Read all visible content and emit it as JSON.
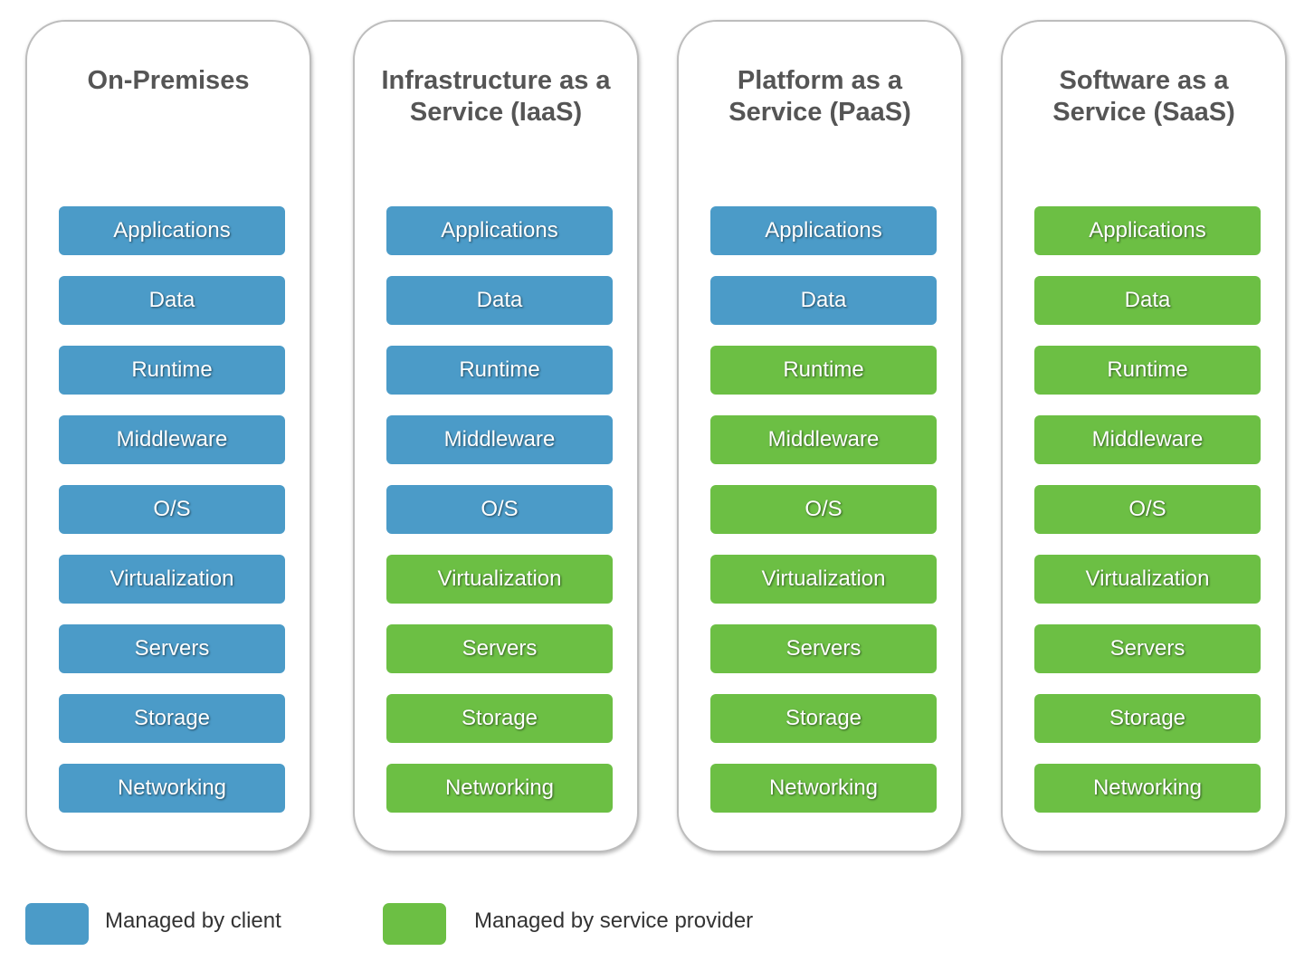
{
  "colors": {
    "client": "#4b9bc8",
    "provider": "#6cbf44"
  },
  "columns": [
    {
      "title": "On-Premises",
      "layers": [
        {
          "label": "Applications",
          "managed_by": "client"
        },
        {
          "label": "Data",
          "managed_by": "client"
        },
        {
          "label": "Runtime",
          "managed_by": "client"
        },
        {
          "label": "Middleware",
          "managed_by": "client"
        },
        {
          "label": "O/S",
          "managed_by": "client"
        },
        {
          "label": "Virtualization",
          "managed_by": "client"
        },
        {
          "label": "Servers",
          "managed_by": "client"
        },
        {
          "label": "Storage",
          "managed_by": "client"
        },
        {
          "label": "Networking",
          "managed_by": "client"
        }
      ]
    },
    {
      "title": "Infrastructure as a\nService (IaaS)",
      "layers": [
        {
          "label": "Applications",
          "managed_by": "client"
        },
        {
          "label": "Data",
          "managed_by": "client"
        },
        {
          "label": "Runtime",
          "managed_by": "client"
        },
        {
          "label": "Middleware",
          "managed_by": "client"
        },
        {
          "label": "O/S",
          "managed_by": "client"
        },
        {
          "label": "Virtualization",
          "managed_by": "provider"
        },
        {
          "label": "Servers",
          "managed_by": "provider"
        },
        {
          "label": "Storage",
          "managed_by": "provider"
        },
        {
          "label": "Networking",
          "managed_by": "provider"
        }
      ]
    },
    {
      "title": "Platform as a\nService (PaaS)",
      "layers": [
        {
          "label": "Applications",
          "managed_by": "client"
        },
        {
          "label": "Data",
          "managed_by": "client"
        },
        {
          "label": "Runtime",
          "managed_by": "provider"
        },
        {
          "label": "Middleware",
          "managed_by": "provider"
        },
        {
          "label": "O/S",
          "managed_by": "provider"
        },
        {
          "label": "Virtualization",
          "managed_by": "provider"
        },
        {
          "label": "Servers",
          "managed_by": "provider"
        },
        {
          "label": "Storage",
          "managed_by": "provider"
        },
        {
          "label": "Networking",
          "managed_by": "provider"
        }
      ]
    },
    {
      "title": "Software as a\nService (SaaS)",
      "layers": [
        {
          "label": "Applications",
          "managed_by": "provider"
        },
        {
          "label": "Data",
          "managed_by": "provider"
        },
        {
          "label": "Runtime",
          "managed_by": "provider"
        },
        {
          "label": "Middleware",
          "managed_by": "provider"
        },
        {
          "label": "O/S",
          "managed_by": "provider"
        },
        {
          "label": "Virtualization",
          "managed_by": "provider"
        },
        {
          "label": "Servers",
          "managed_by": "provider"
        },
        {
          "label": "Storage",
          "managed_by": "provider"
        },
        {
          "label": "Networking",
          "managed_by": "provider"
        }
      ]
    }
  ],
  "legend": {
    "client_label": "Managed by client",
    "provider_label": "Managed by service provider"
  }
}
